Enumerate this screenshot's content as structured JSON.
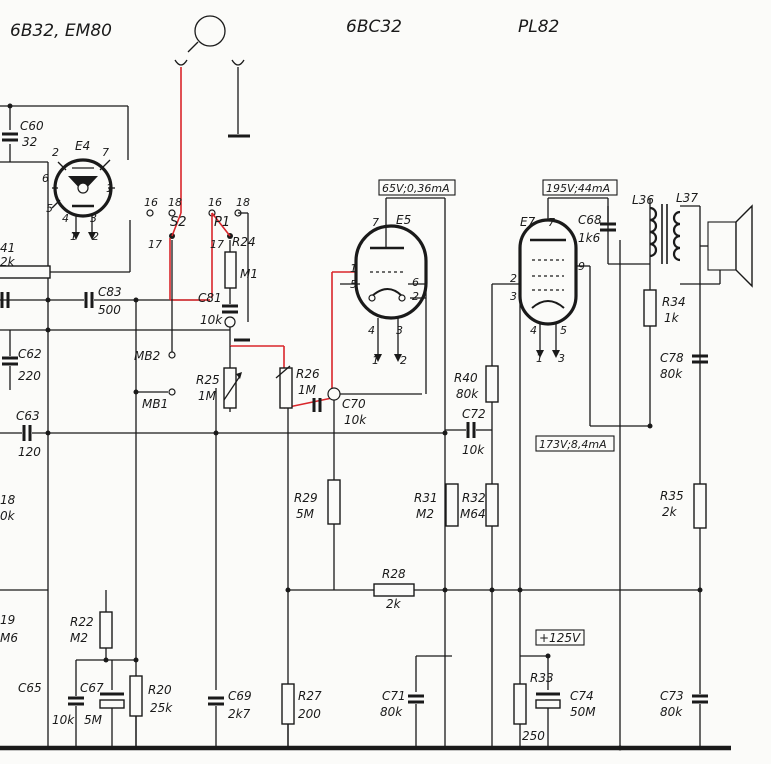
{
  "headers": [
    "6B32,  EM80",
    "6BC32",
    "PL82"
  ],
  "tubes": {
    "e4": "E4",
    "e5": "E5",
    "e7": "E7"
  },
  "voltages": {
    "v_e5": "65V;0,36mA",
    "v_e7": "195V;44mA",
    "v_173": "173V;8,4mA",
    "v_125": "+125V"
  },
  "switches": {
    "s2": "S2",
    "p1": "P1"
  },
  "nodes": [
    "MB2",
    "MB1"
  ],
  "inductors": {
    "l36": "L36",
    "l37": "L37"
  },
  "components": {
    "r24": "R24",
    "m1": "M1",
    "r25": "R25",
    "r25v": "1M",
    "r26": "R26",
    "r26v": "1M",
    "r22": "R22",
    "r22v": "M2",
    "r20": "R20",
    "r20v": "25k",
    "r27": "R27",
    "r27v": "200",
    "r28": "R28",
    "r28v": "2k",
    "r29": "R29",
    "r29v": "5M",
    "r31": "R31",
    "r31v": "M2",
    "r32": "R32",
    "r32v": "M64",
    "r33": "R33",
    "r33v": "250",
    "r34": "R34",
    "r34v": "1k",
    "r35": "R35",
    "r35v": "2k",
    "r40": "R40",
    "r40v": "80k",
    "r41a": "41",
    "r41b": "2k",
    "r18a": "18",
    "r18b": "0k",
    "r19a": "19",
    "r19b": "M6",
    "c60": "C60",
    "c60v": "32",
    "c62": "C62",
    "c62v": "220",
    "c63": "C63",
    "c63v": "120",
    "c65": "C65",
    "c65v": "10k",
    "c67": "C67",
    "c67v": "5M",
    "c68": "C68",
    "c68v": "1k6",
    "c69": "C69",
    "c69v": "2k7",
    "c70": "C70",
    "c70v": "10k",
    "c71": "C71",
    "c71v": "80k",
    "c72": "C72",
    "c72v": "10k",
    "c73": "C73",
    "c73v": "80k",
    "c74": "C74",
    "c74v": "50M",
    "c78": "C78",
    "c78v": "80k",
    "c81": "C81",
    "c81v": "10k",
    "c83": "C83",
    "c83v": "500"
  },
  "pins": {
    "e4_2": "2",
    "e4_7": "7",
    "e4_6": "6",
    "e4_5": "5",
    "e4_1": "1",
    "e4_4": "4",
    "e4_3": "3",
    "e4_4b": "1",
    "e4_3b": "2",
    "e5_7": "7",
    "e5_1": "1",
    "e5_5": "5",
    "e5_6": "6",
    "e5_2": "2",
    "e5_4": "4",
    "e5_3": "3",
    "e5_4b": "1",
    "e5_3b": "2",
    "e7_7": "7",
    "e7_2": "2",
    "e7_3": "3",
    "e7_9": "9",
    "e7_4": "4",
    "e7_5": "5",
    "e7_4b": "1",
    "e7_5b": "3",
    "sw_16a": "16",
    "sw_18a": "18",
    "sw_17a": "17",
    "sw_16b": "16",
    "sw_18b": "18",
    "sw_17b": "17"
  }
}
